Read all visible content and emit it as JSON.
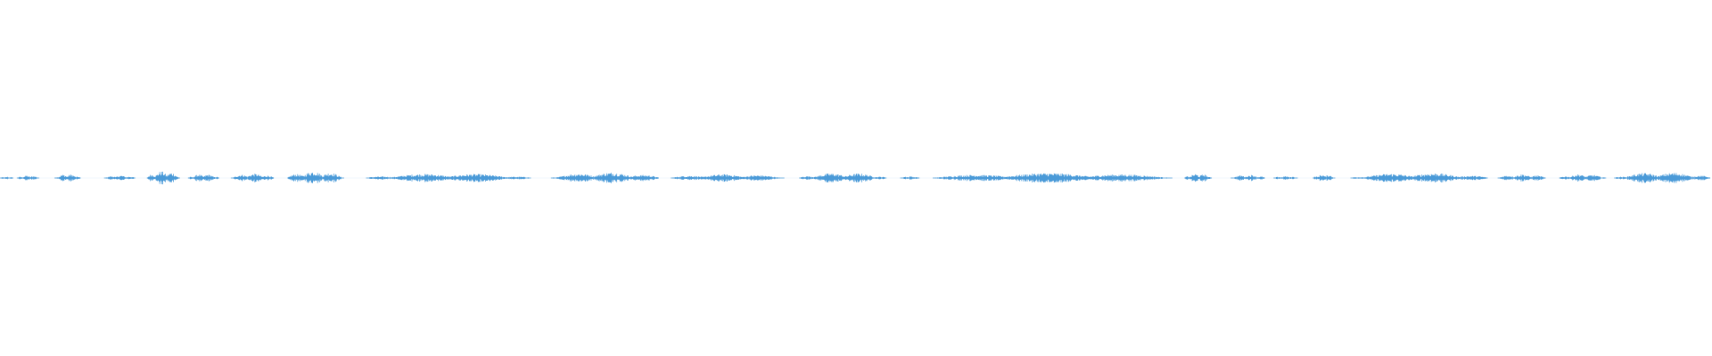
{
  "waveform": {
    "color": "#4a9ad8",
    "background": "#ffffff",
    "amplitude_max": 1.0,
    "duration_fraction_visible": 1.0,
    "segments": [
      {
        "start": 0.0,
        "end": 0.008,
        "peak": 0.1
      },
      {
        "start": 0.01,
        "end": 0.023,
        "peak": 0.2
      },
      {
        "start": 0.032,
        "end": 0.047,
        "peak": 0.3
      },
      {
        "start": 0.061,
        "end": 0.079,
        "peak": 0.2
      },
      {
        "start": 0.086,
        "end": 0.105,
        "peak": 0.55
      },
      {
        "start": 0.11,
        "end": 0.128,
        "peak": 0.3
      },
      {
        "start": 0.135,
        "end": 0.16,
        "peak": 0.35
      },
      {
        "start": 0.168,
        "end": 0.201,
        "peak": 0.55
      },
      {
        "start": 0.214,
        "end": 0.31,
        "peak": 0.35
      },
      {
        "start": 0.322,
        "end": 0.385,
        "peak": 0.45
      },
      {
        "start": 0.392,
        "end": 0.458,
        "peak": 0.3
      },
      {
        "start": 0.467,
        "end": 0.518,
        "peak": 0.4
      },
      {
        "start": 0.526,
        "end": 0.537,
        "peak": 0.15
      },
      {
        "start": 0.545,
        "end": 0.685,
        "peak": 0.4
      },
      {
        "start": 0.692,
        "end": 0.708,
        "peak": 0.35
      },
      {
        "start": 0.719,
        "end": 0.739,
        "peak": 0.25
      },
      {
        "start": 0.744,
        "end": 0.758,
        "peak": 0.15
      },
      {
        "start": 0.767,
        "end": 0.78,
        "peak": 0.3
      },
      {
        "start": 0.789,
        "end": 0.869,
        "peak": 0.4
      },
      {
        "start": 0.875,
        "end": 0.903,
        "peak": 0.3
      },
      {
        "start": 0.911,
        "end": 0.938,
        "peak": 0.3
      },
      {
        "start": 0.943,
        "end": 0.999,
        "peak": 0.45
      }
    ]
  }
}
